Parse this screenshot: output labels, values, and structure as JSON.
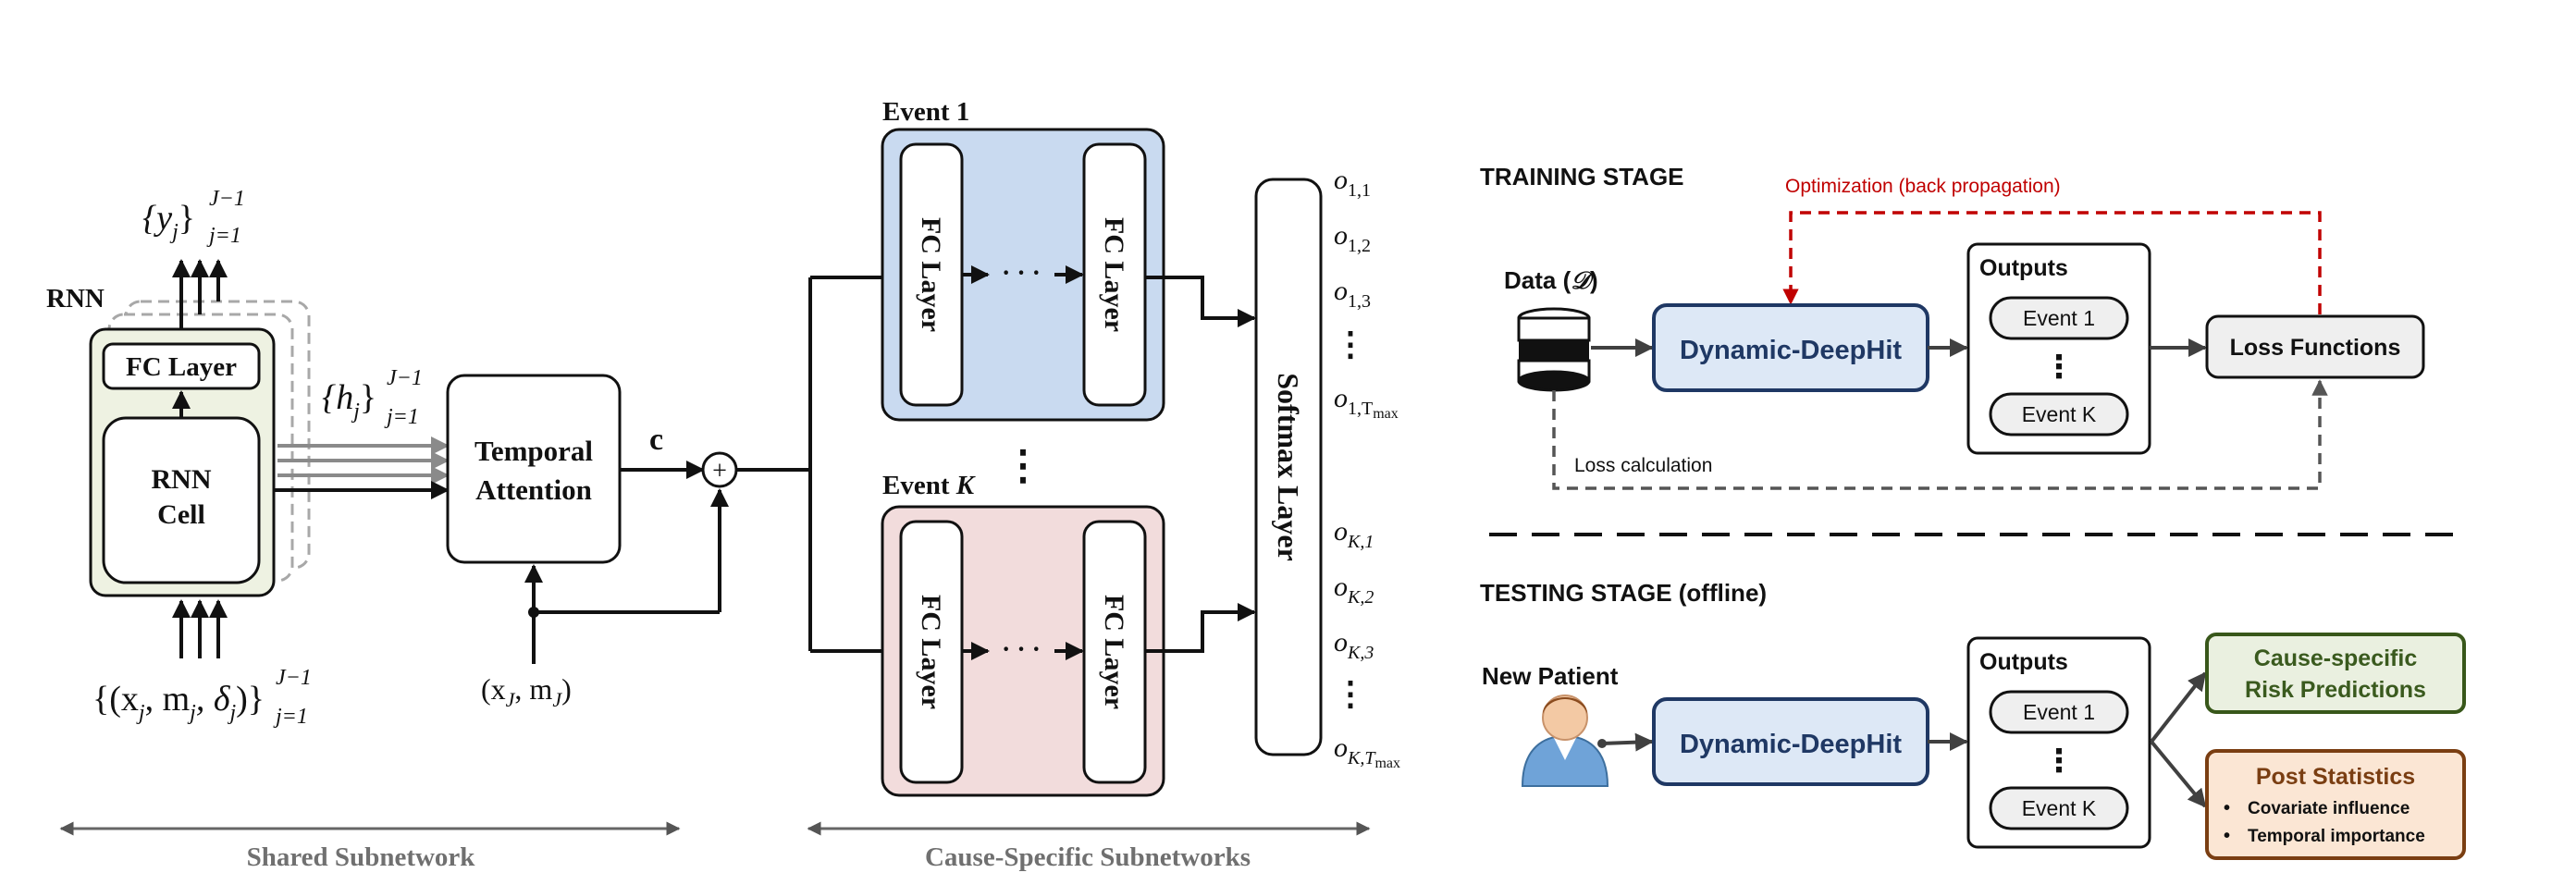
{
  "colors": {
    "rnn_fill": "#eef2e2",
    "event1_fill": "#c9daf0",
    "eventk_fill": "#f2dcdc",
    "deephit_fill": "#dde8f6",
    "deephit_border": "#1f3864",
    "risk_fill": "#eaf0e0",
    "risk_border": "#38571a",
    "post_fill": "#fbe6d4",
    "post_border": "#7a3e12",
    "optimization_red": "#c00000",
    "loss_gray": "#555555"
  },
  "left": {
    "rnn_title": "RNN",
    "y_set": "{y",
    "y_sub": "j",
    "y_close": "}",
    "y_sup": "J−1",
    "y_low": "j=1",
    "fc_layer_label": "FC Layer",
    "rnn_cell_line1": "RNN",
    "rnn_cell_line2": "Cell",
    "h_set": "{h",
    "h_sub": "j",
    "h_close": "}",
    "h_sup": "J−1",
    "h_low": "j=1",
    "input_set": "{(x",
    "input_mid": ", m",
    "input_delta": ", δ",
    "input_j": "j",
    "input_close": ")}",
    "input_sup": "J−1",
    "input_low": "j=1",
    "attention_line1": "Temporal",
    "attention_line2": "Attention",
    "context_label": "c",
    "xj_label": "(x",
    "xj_mid": ", m",
    "xj_close": ")",
    "xj_sub": "J",
    "plus_symbol": "+",
    "event1_title": "Event 1",
    "eventk_title": "Event ",
    "eventk_var": "K",
    "fc_vertical": "FC Layer",
    "dots_h": "· · ·",
    "dots_v": "⋮",
    "softmax_label": "Softmax Layer",
    "outputs": [
      {
        "base": "o",
        "sub": "1,1"
      },
      {
        "base": "o",
        "sub": "1,2"
      },
      {
        "base": "o",
        "sub": "1,3"
      },
      {
        "base": "o",
        "sub": "1,T",
        "subsub": "max"
      },
      {
        "base": "o",
        "sub": "K,1"
      },
      {
        "base": "o",
        "sub": "K,2"
      },
      {
        "base": "o",
        "sub": "K,3"
      },
      {
        "base": "o",
        "sub": "K,T",
        "subsub": "max"
      }
    ],
    "shared_label": "Shared Subnetwork",
    "cause_label": "Cause-Specific Subnetworks"
  },
  "right": {
    "training_title": "TRAINING STAGE",
    "optimization_label": "Optimization (back propagation)",
    "data_label": "Data (",
    "data_symbol": "𝒟",
    "data_close": ")",
    "model_label": "Dynamic-DeepHit",
    "outputs_title": "Outputs",
    "event1_label": "Event 1",
    "eventk_label": "Event K",
    "dots": "⋮",
    "loss_label": "Loss Functions",
    "loss_calc_label": "Loss calculation",
    "testing_title": "TESTING STAGE (offline)",
    "new_patient_label": "New Patient",
    "risk_line1": "Cause-specific",
    "risk_line2": "Risk Predictions",
    "post_title": "Post Statistics",
    "post_items": [
      "Covariate influence",
      "Temporal importance"
    ]
  }
}
